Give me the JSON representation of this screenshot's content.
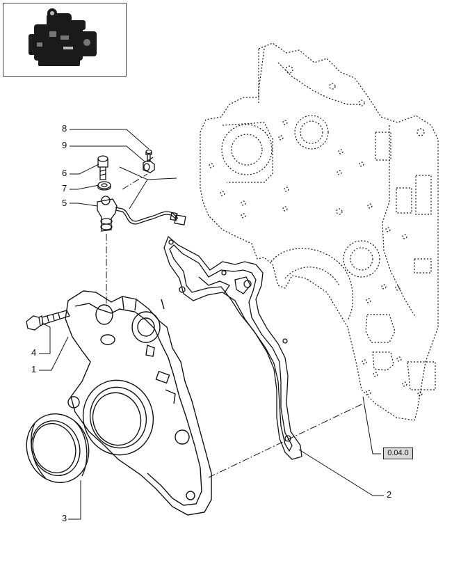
{
  "callouts": [
    {
      "id": "8",
      "label": "8"
    },
    {
      "id": "9",
      "label": "9"
    },
    {
      "id": "6",
      "label": "6"
    },
    {
      "id": "7",
      "label": "7"
    },
    {
      "id": "5",
      "label": "5"
    },
    {
      "id": "4",
      "label": "4"
    },
    {
      "id": "1",
      "label": "1"
    },
    {
      "id": "3",
      "label": "3"
    },
    {
      "id": "2",
      "label": "2"
    }
  ],
  "reference": {
    "label": "0.04.0"
  },
  "thumbnail": {
    "icon": "engine-thumbnail-icon"
  },
  "colors": {
    "line": "#111111",
    "ref_fill": "#d9d9d9",
    "background": "#ffffff"
  }
}
